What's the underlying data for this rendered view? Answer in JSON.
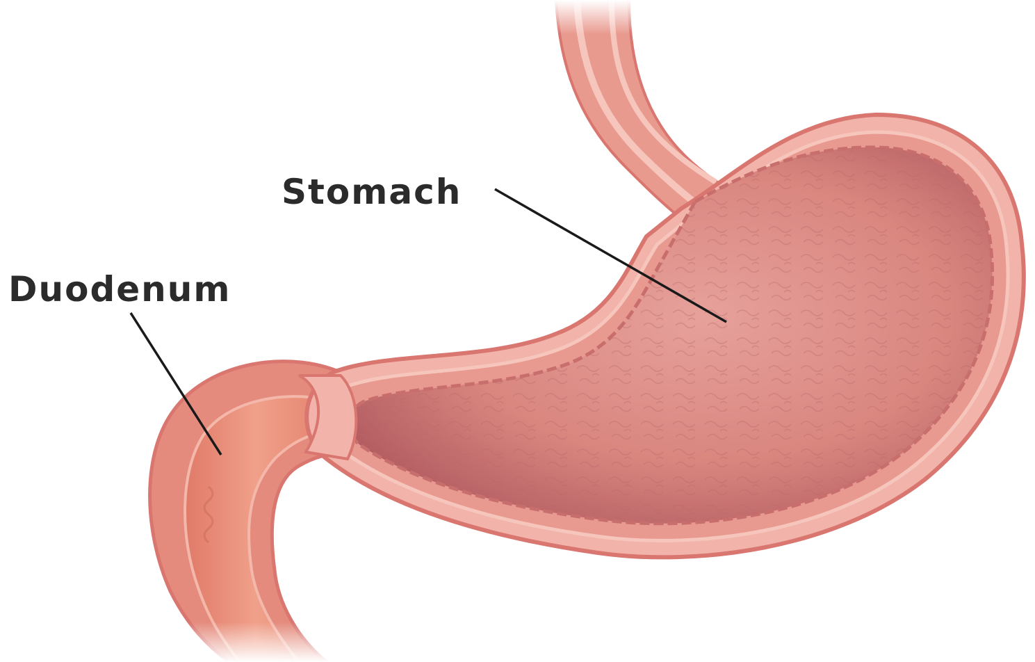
{
  "labels": {
    "stomach": "Stomach",
    "duodenum": "Duodenum"
  },
  "colors": {
    "background": "#ffffff",
    "label_text": "#2b2b2b",
    "leader_line": "#1a1a1a",
    "outer_wall": "#d9766f",
    "wall_light": "#f2b4aa",
    "wall_mid": "#e89a90",
    "mucosa": "#d98a86",
    "mucosa_dark": "#a9525a",
    "duodenum_lumen": "#eb8e7a"
  },
  "icons": {
    "stomach": "stomach-organ-illustration",
    "duodenum": "duodenum-organ-illustration"
  }
}
